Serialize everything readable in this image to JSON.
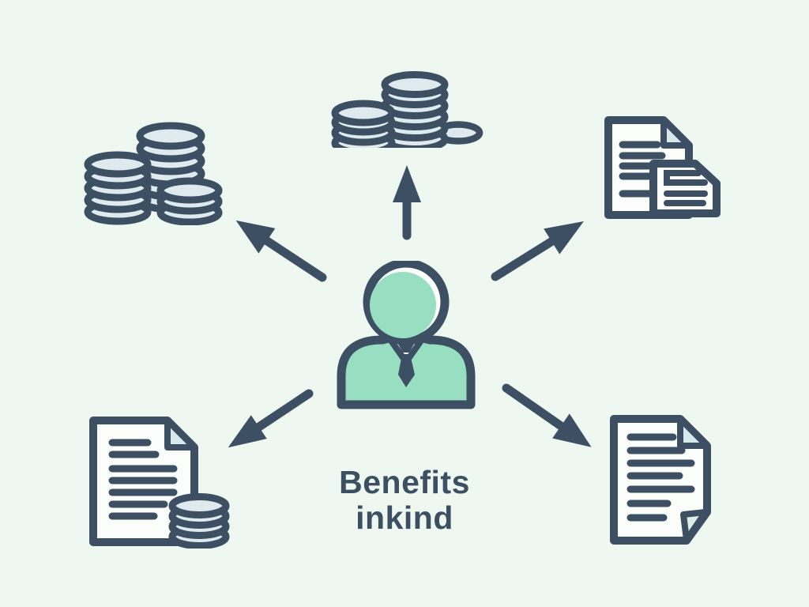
{
  "title": {
    "line1": "Benefits",
    "line2": "inkind"
  },
  "colors": {
    "background": "#eef8f1",
    "outline": "#3d4f63",
    "mint": "#98dfc2",
    "coin_fill": "#dfeaee",
    "doc_fill": "#fbfdfa",
    "fold_blue": "#d8e9ee",
    "fold_mint": "#dcefe2",
    "text": "#3d4f63"
  },
  "icons": [
    {
      "id": "coins-top-left",
      "meaning": "coin-stacks-icon"
    },
    {
      "id": "coins-top-center",
      "meaning": "coin-stacks-icon"
    },
    {
      "id": "documents-top-right",
      "meaning": "documents-icon"
    },
    {
      "id": "document-coins-bottom-left",
      "meaning": "document-with-coins-icon"
    },
    {
      "id": "document-bottom-right",
      "meaning": "document-icon"
    },
    {
      "id": "person-center",
      "meaning": "person-with-tie-icon"
    }
  ],
  "arrows": [
    {
      "direction": "up"
    },
    {
      "direction": "up-left"
    },
    {
      "direction": "up-right"
    },
    {
      "direction": "down-left"
    },
    {
      "direction": "down-right"
    }
  ]
}
